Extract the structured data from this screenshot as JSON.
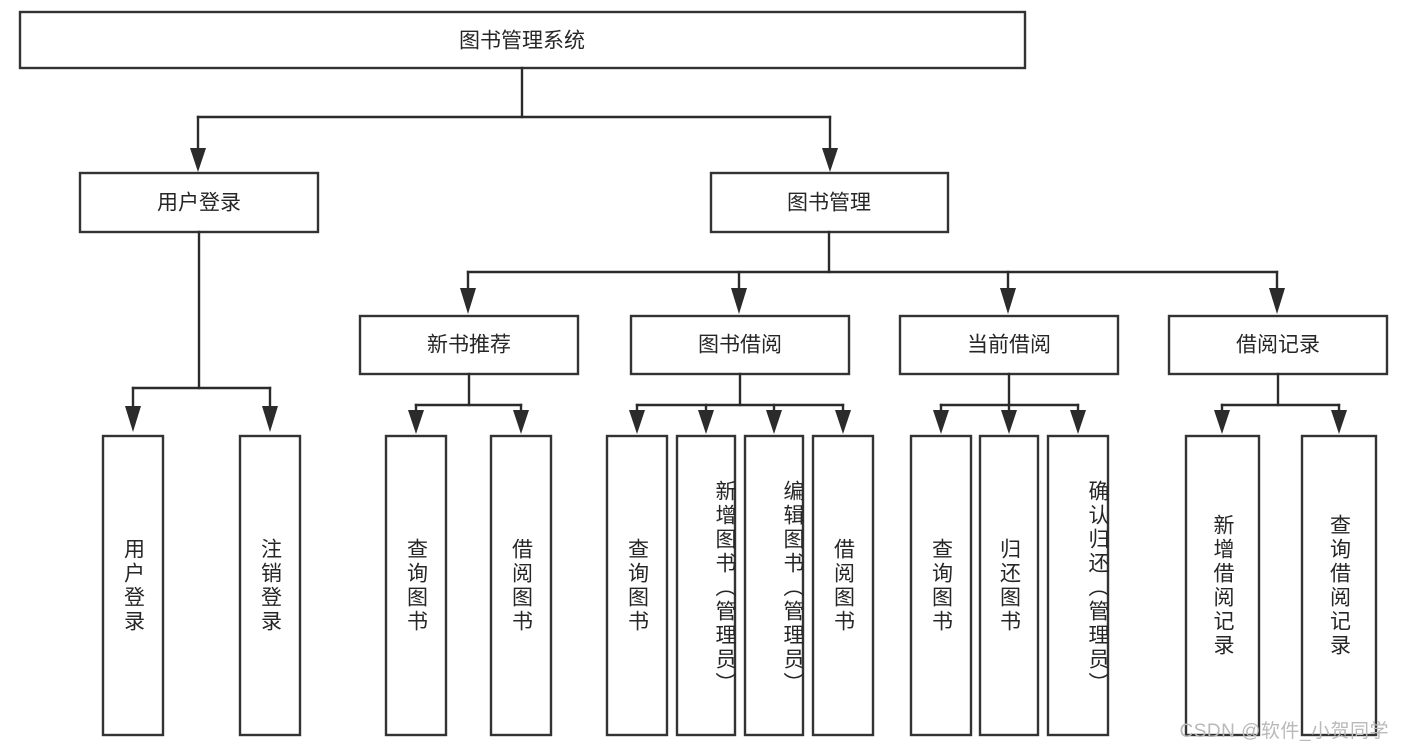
{
  "diagram": {
    "title": "图书管理系统",
    "type": "functional-structure-tree",
    "root": {
      "id": "root",
      "label": "图书管理系统"
    },
    "level2": [
      {
        "id": "user-login",
        "label": "用户登录"
      },
      {
        "id": "book-manage",
        "label": "图书管理"
      }
    ],
    "level3": [
      {
        "id": "new-book-recommend",
        "label": "新书推荐",
        "parent": "book-manage"
      },
      {
        "id": "book-borrow",
        "label": "图书借阅",
        "parent": "book-manage"
      },
      {
        "id": "current-borrow",
        "label": "当前借阅",
        "parent": "book-manage"
      },
      {
        "id": "borrow-record",
        "label": "借阅记录",
        "parent": "book-manage"
      }
    ],
    "leaves": [
      {
        "id": "leaf-user-login",
        "label": "用户登录",
        "parent": "user-login"
      },
      {
        "id": "leaf-user-logout",
        "label": "注销登录",
        "parent": "user-login"
      },
      {
        "id": "leaf-query-book-1",
        "label": "查询图书",
        "parent": "new-book-recommend"
      },
      {
        "id": "leaf-borrow-book-1",
        "label": "借阅图书",
        "parent": "new-book-recommend"
      },
      {
        "id": "leaf-query-book-2",
        "label": "查询图书",
        "parent": "book-borrow"
      },
      {
        "id": "leaf-add-book",
        "label": "新增图书（管理员）",
        "parent": "book-borrow"
      },
      {
        "id": "leaf-edit-book",
        "label": "编辑图书（管理员）",
        "parent": "book-borrow"
      },
      {
        "id": "leaf-borrow-book-2",
        "label": "借阅图书",
        "parent": "book-borrow"
      },
      {
        "id": "leaf-query-book-3",
        "label": "查询图书",
        "parent": "current-borrow"
      },
      {
        "id": "leaf-return-book",
        "label": "归还图书",
        "parent": "current-borrow"
      },
      {
        "id": "leaf-confirm-return",
        "label": "确认归还（管理员）",
        "parent": "current-borrow"
      },
      {
        "id": "leaf-add-record",
        "label": "新增借阅记录",
        "parent": "borrow-record"
      },
      {
        "id": "leaf-query-record",
        "label": "查询借阅记录",
        "parent": "borrow-record"
      }
    ]
  },
  "watermark": {
    "text": "CSDN @软件_小贺同学"
  },
  "colors": {
    "box_stroke": "#333333",
    "line_stroke": "#2b2b2b",
    "box_fill": "#ffffff",
    "text": "#262626",
    "background": "#ffffff",
    "watermark": "#b9b9b9"
  }
}
